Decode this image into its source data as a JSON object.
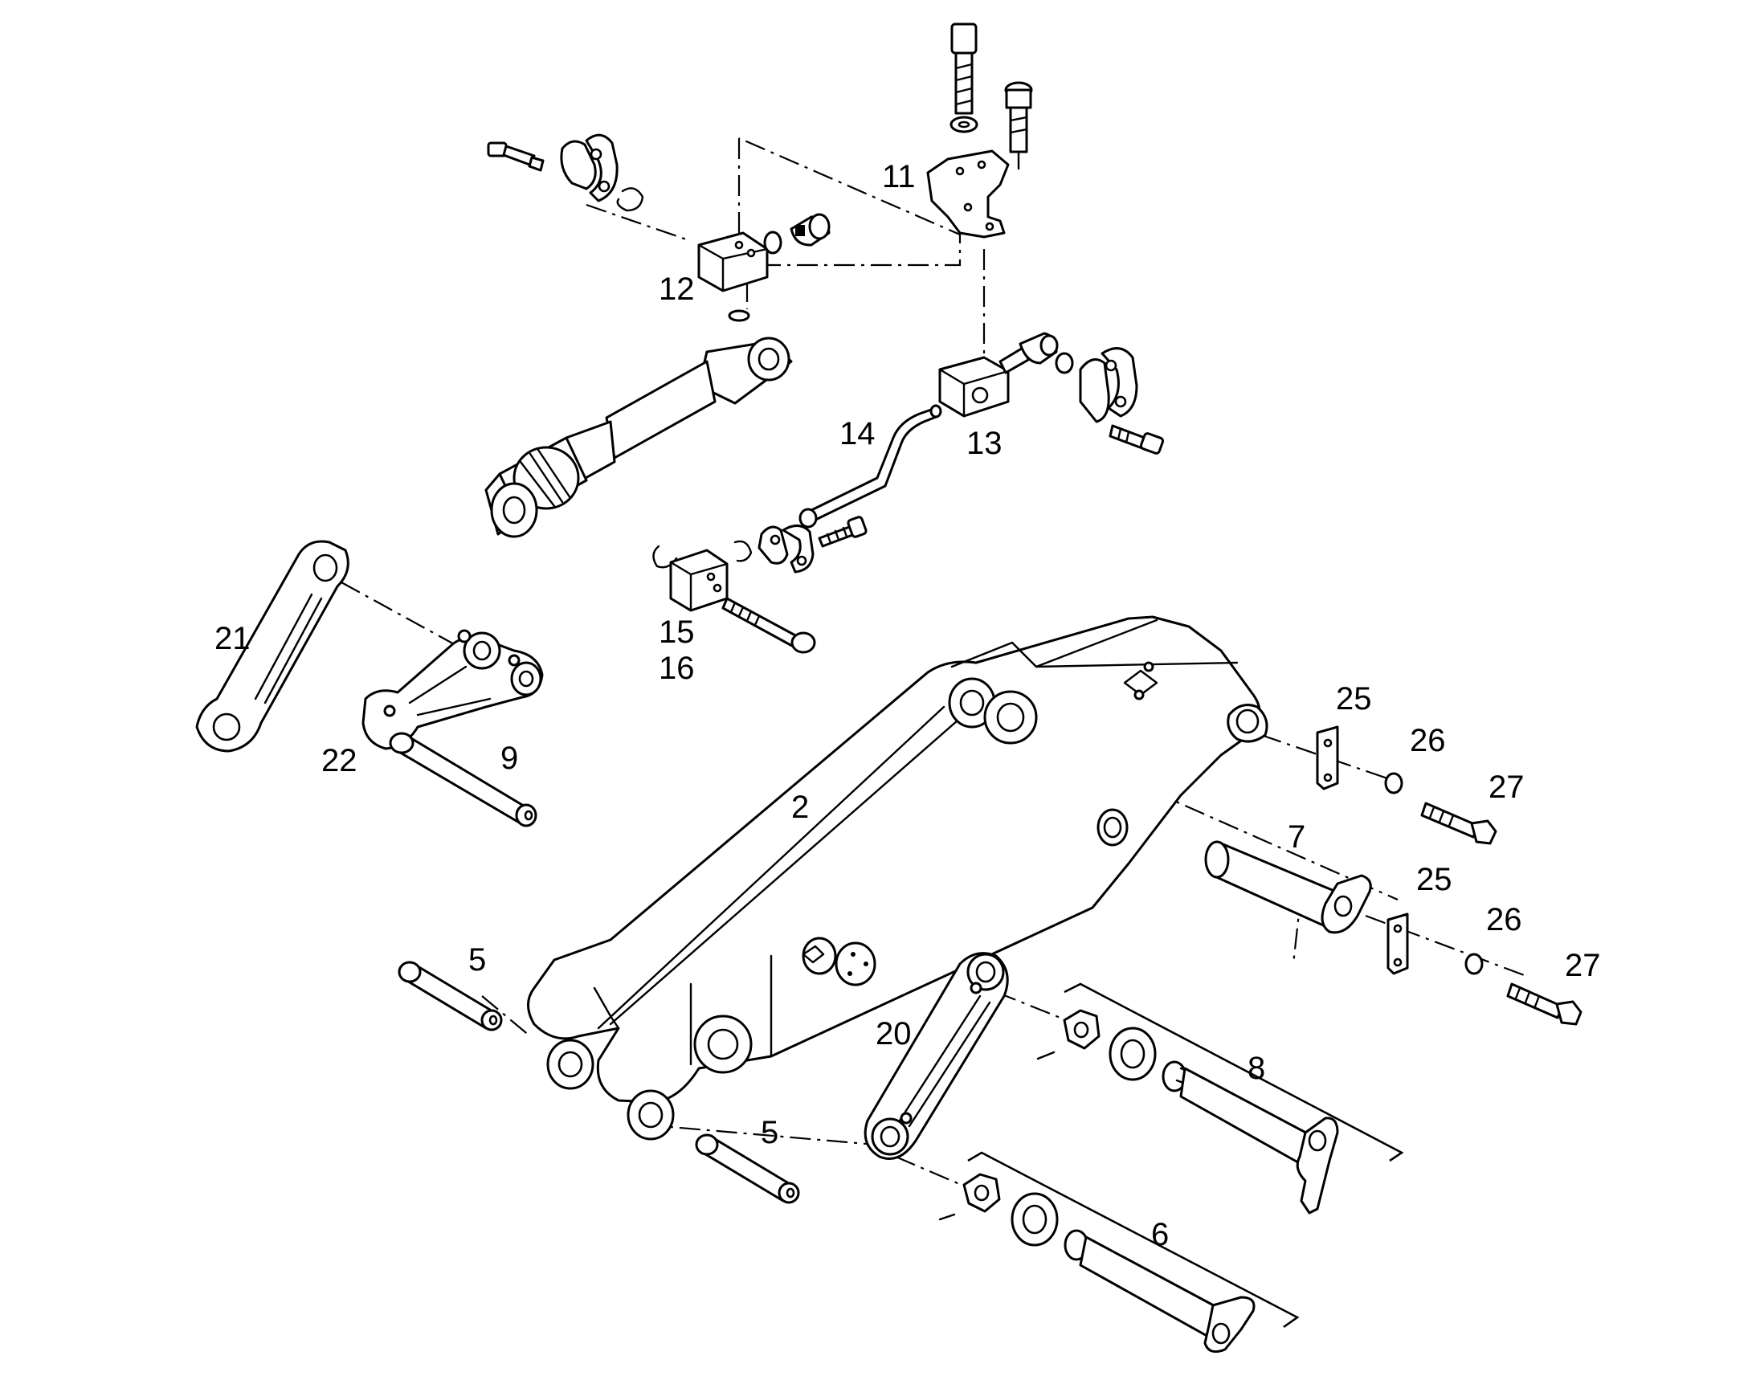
{
  "callouts": [
    {
      "id": "c-11",
      "text": "11"
    },
    {
      "id": "c-12",
      "text": "12"
    },
    {
      "id": "c-13",
      "text": "13"
    },
    {
      "id": "c-14",
      "text": "14"
    },
    {
      "id": "c-15",
      "text": "15"
    },
    {
      "id": "c-16",
      "text": "16"
    },
    {
      "id": "c-21",
      "text": "21"
    },
    {
      "id": "c-22",
      "text": "22"
    },
    {
      "id": "c-9",
      "text": "9"
    },
    {
      "id": "c-2",
      "text": "2"
    },
    {
      "id": "c-25a",
      "text": "25"
    },
    {
      "id": "c-26a",
      "text": "26"
    },
    {
      "id": "c-27a",
      "text": "27"
    },
    {
      "id": "c-7",
      "text": "7"
    },
    {
      "id": "c-25b",
      "text": "25"
    },
    {
      "id": "c-26b",
      "text": "26"
    },
    {
      "id": "c-27b",
      "text": "27"
    },
    {
      "id": "c-5a",
      "text": "5"
    },
    {
      "id": "c-20",
      "text": "20"
    },
    {
      "id": "c-8",
      "text": "8"
    },
    {
      "id": "c-5b",
      "text": "5"
    },
    {
      "id": "c-6",
      "text": "6"
    }
  ]
}
